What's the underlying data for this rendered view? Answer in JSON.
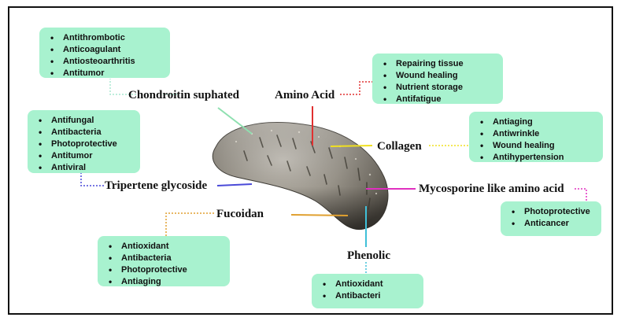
{
  "compounds": [
    {
      "name": "Chondroitin suphated",
      "color": "#8ee0b0",
      "activities": [
        "Antithrombotic",
        "Anticoagulant",
        "Antiosteoarthritis",
        "Antitumor"
      ]
    },
    {
      "name": "Amino Acid",
      "color": "#e03030",
      "activities": [
        "Repairing tissue",
        "Wound healing",
        "Nutrient storage",
        "Antifatigue"
      ]
    },
    {
      "name": "Collagen",
      "color": "#f0e020",
      "activities": [
        "Antiaging",
        "Antiwrinkle",
        "Wound healing",
        "Antihypertension"
      ]
    },
    {
      "name": "Tripertene glycoside",
      "color": "#4a4ad8",
      "activities": [
        "Antifungal",
        "Antibacteria",
        "Photoprotective",
        "Antitumor",
        "Antiviral"
      ]
    },
    {
      "name": "Mycosporine like amino acid",
      "color": "#e030c0",
      "activities": [
        "Photoprotective",
        "Anticancer"
      ]
    },
    {
      "name": "Fucoidan",
      "color": "#e0a030",
      "activities": [
        "Antioxidant",
        "Antibacteria",
        "Photoprotective",
        "Antiaging"
      ]
    },
    {
      "name": "Phenolic",
      "color": "#40c0d8",
      "activities": [
        "Antioxidant",
        "Antibacteri"
      ]
    }
  ]
}
